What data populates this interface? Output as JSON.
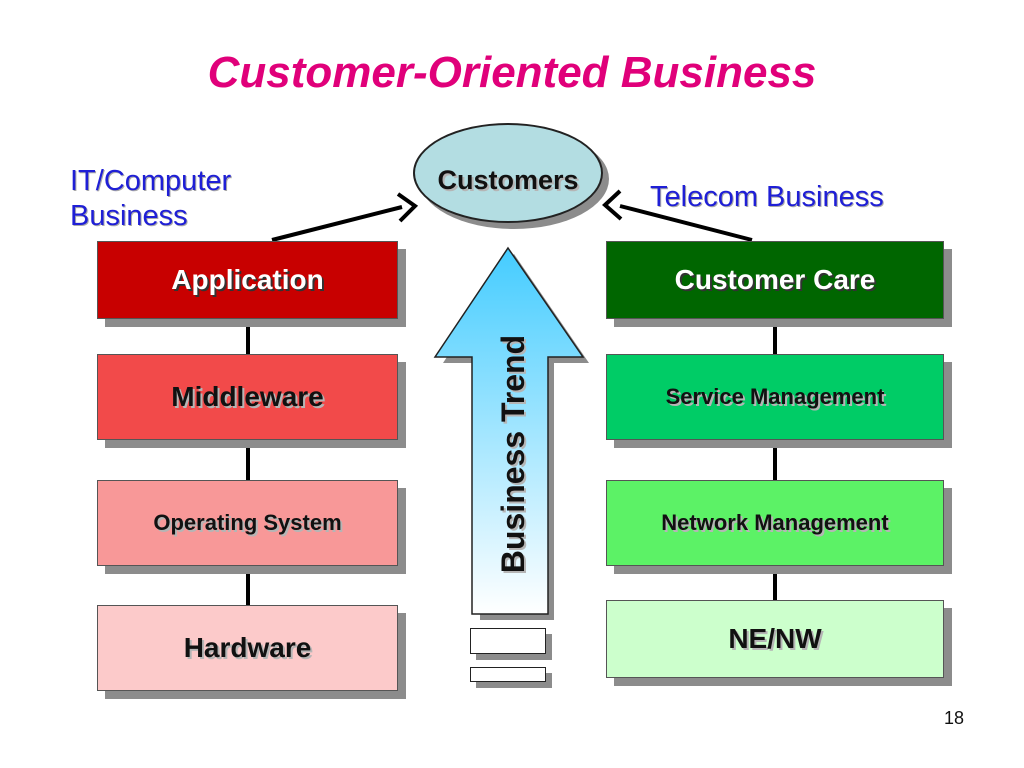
{
  "slide": {
    "title": "Customer-Oriented Business",
    "page_number": "18"
  },
  "hub": {
    "label": "Customers"
  },
  "left": {
    "heading_line1": "IT/Computer",
    "heading_line2": "Business",
    "layers": [
      "Application",
      "Middleware",
      "Operating System",
      "Hardware"
    ]
  },
  "right": {
    "heading": "Telecom Business",
    "layers": [
      "Customer Care",
      "Service Management",
      "Network Management",
      "NE/NW"
    ]
  },
  "trend_arrow": {
    "label": "Business Trend"
  },
  "colors": {
    "title": "#e0007a",
    "headings": "#1f1fd6",
    "left_layers": [
      "#c80000",
      "#f24a4a",
      "#f89898",
      "#fccaca"
    ],
    "right_layers": [
      "#006600",
      "#00cc66",
      "#5cf266",
      "#ccffcc"
    ],
    "customers_fill": "#b3dde2",
    "arrow_gradient": [
      "#44ccff",
      "#ffffff"
    ]
  }
}
